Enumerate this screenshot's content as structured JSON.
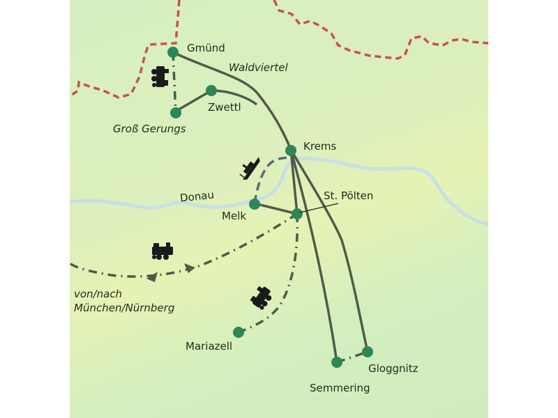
{
  "map": {
    "background_colors": [
      "#d6efc0",
      "#e6f2b4",
      "#d0ecbc"
    ],
    "colors": {
      "border": "#c8514f",
      "river": "#c9dfe6",
      "route": "#4f5a48",
      "station": "#2e8557",
      "icon": "#1a1a1a"
    },
    "labels": {
      "gmuend": "Gmünd",
      "waldviertel": "Waldviertel",
      "zwettl": "Zwettl",
      "gross_gerungs": "Groß Gerungs",
      "krems": "Krems",
      "donau": "Donau",
      "melk": "Melk",
      "st_poelten": "St. Pölten",
      "von_nach_line1": "von/nach",
      "von_nach_line2": "München/Nürnberg",
      "mariazell": "Mariazell",
      "semmering": "Semmering",
      "gloggnitz": "Gloggnitz"
    },
    "icons": [
      "steam-train-icon",
      "ship-icon",
      "steam-train-icon",
      "steam-train-icon",
      "double-arrow-icon"
    ]
  }
}
